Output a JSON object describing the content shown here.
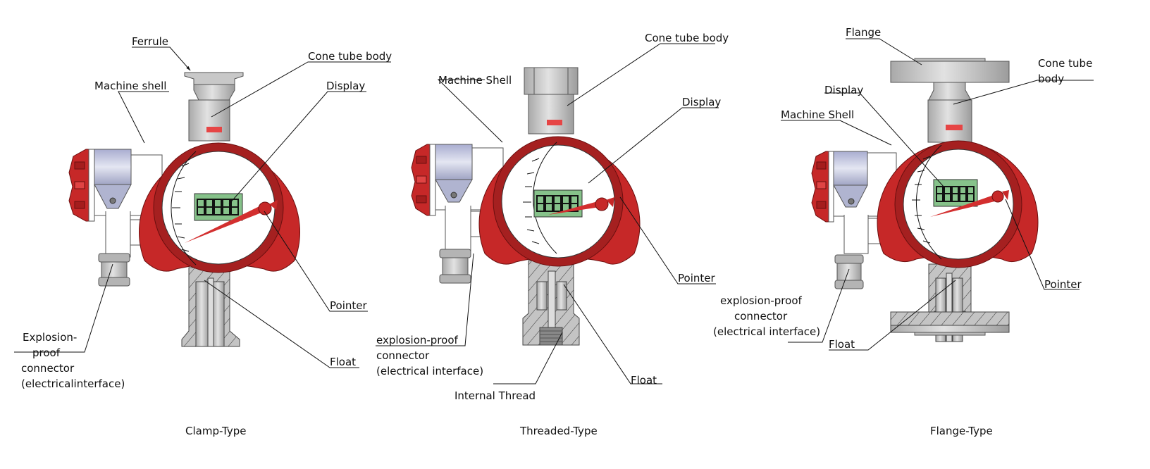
{
  "diagrams": [
    {
      "caption": "Clamp-Type",
      "labels": {
        "top_fitting": "Ferrule",
        "cone_tube_body": "Cone tube body",
        "machine_shell": "Machine shell",
        "display": "Display",
        "pointer": "Pointer",
        "float": "Float",
        "connector_line1": "Explosion-",
        "connector_line2": "proof",
        "connector_line3": "connector",
        "connector_line4": "(electricalinterface)"
      }
    },
    {
      "caption": "Threaded-Type",
      "labels": {
        "cone_tube_body": "Cone tube body",
        "machine_shell": "Machine Shell",
        "display": "Display",
        "pointer": "Pointer",
        "float": "Float",
        "internal_thread": "Internal Thread",
        "connector_line1": "explosion-proof",
        "connector_line2": "connector",
        "connector_line3": "(electrical interface)"
      }
    },
    {
      "caption": "Flange-Type",
      "labels": {
        "top_fitting": "Flange",
        "cone_tube_body_line1": "Cone tube",
        "cone_tube_body_line2": "body",
        "display": "Display",
        "machine_shell": "Machine Shell",
        "pointer": "Pointer",
        "float": "Float",
        "connector_line1": "explosion-proof",
        "connector_line2": "connector",
        "connector_line3": "(electrical interface)"
      }
    }
  ],
  "colors": {
    "ring": "#c62828",
    "lcd": "#86c28a",
    "metal": "#c8c8c8",
    "cover": "#b8bcd6"
  }
}
